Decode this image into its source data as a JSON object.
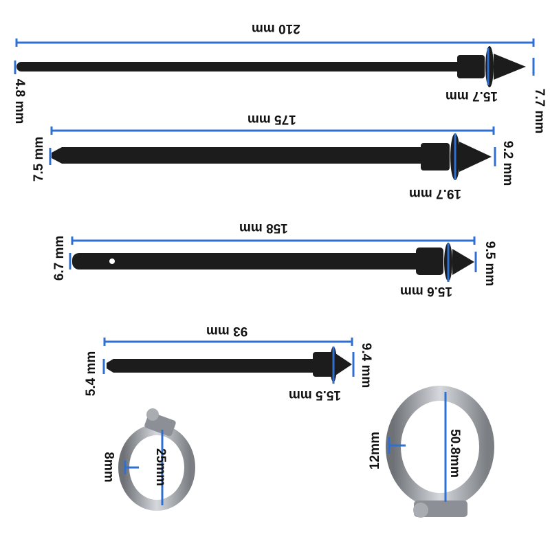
{
  "ties": [
    {
      "length": "210 mm",
      "width": "4.8 mm",
      "head": "15.7 mm",
      "height": "7.7 mm"
    },
    {
      "length": "175 mm",
      "width": "7.5 mm",
      "head": "19.7 mm",
      "height": "9.2 mm"
    },
    {
      "length": "158 mm",
      "width": "6.7 mm",
      "head": "15.6 mm",
      "height": "9.5 mm"
    },
    {
      "length": "93 mm",
      "width": "5.4 mm",
      "head": "15.5 mm",
      "height": "9.4 mm"
    }
  ],
  "clamps": [
    {
      "band_width": "8mm",
      "diameter": "25mm"
    },
    {
      "band_width": "12mm",
      "diameter": "50.8mm"
    }
  ],
  "colors": {
    "dimension_line": "#2f6fd0",
    "tie": "#1c1c1c",
    "clamp": "#9a9ea3"
  }
}
